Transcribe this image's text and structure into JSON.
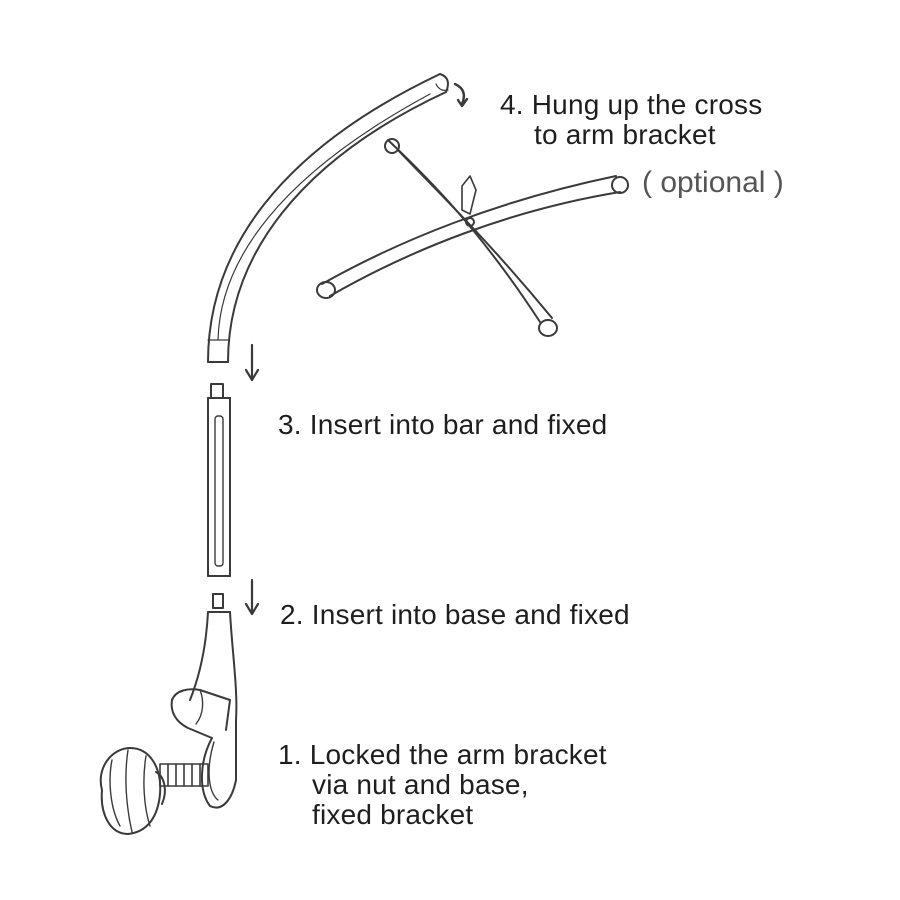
{
  "steps": [
    {
      "number": "4.",
      "lines": [
        "Hung up the cross",
        "to arm bracket"
      ]
    },
    {
      "number": "3.",
      "lines": [
        "Insert into bar and fixed"
      ]
    },
    {
      "number": "2.",
      "lines": [
        "Insert into base and fixed"
      ]
    },
    {
      "number": "1.",
      "lines": [
        "Locked the arm bracket",
        "via nut and base,",
        "fixed bracket"
      ]
    }
  ],
  "optional_note": "( optional )",
  "colors": {
    "stroke": "#3a3a3a",
    "text": "#1e1e1e",
    "optional_text": "#555555",
    "background": "#ffffff"
  },
  "icons": [
    "curved-arm-icon",
    "cross-hanger-icon",
    "straight-bar-icon",
    "base-clamp-icon",
    "nut-icon",
    "down-arrow-icon",
    "hook-arrow-icon"
  ]
}
